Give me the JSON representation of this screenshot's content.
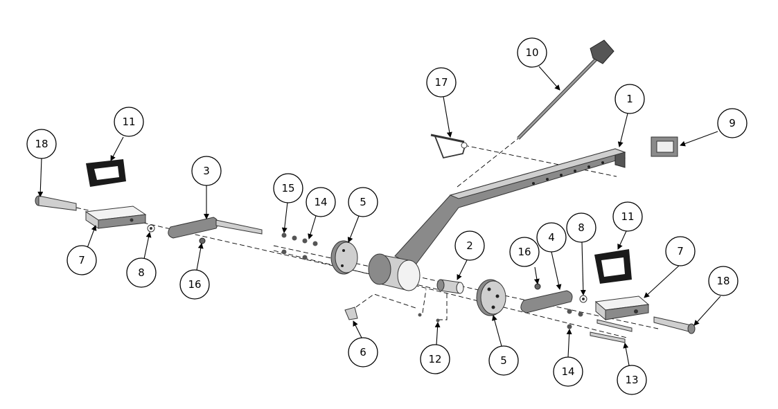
{
  "callouts": [
    {
      "id": "c18a",
      "label": "18"
    },
    {
      "id": "c11a",
      "label": "11"
    },
    {
      "id": "c7a",
      "label": "7"
    },
    {
      "id": "c8a",
      "label": "8"
    },
    {
      "id": "c3",
      "label": "3"
    },
    {
      "id": "c16a",
      "label": "16"
    },
    {
      "id": "c15",
      "label": "15"
    },
    {
      "id": "c14a",
      "label": "14"
    },
    {
      "id": "c5a",
      "label": "5"
    },
    {
      "id": "c6",
      "label": "6"
    },
    {
      "id": "c12",
      "label": "12"
    },
    {
      "id": "c2",
      "label": "2"
    },
    {
      "id": "c5b",
      "label": "5"
    },
    {
      "id": "c17",
      "label": "17"
    },
    {
      "id": "c10",
      "label": "10"
    },
    {
      "id": "c1",
      "label": "1"
    },
    {
      "id": "c9",
      "label": "9"
    },
    {
      "id": "c16b",
      "label": "16"
    },
    {
      "id": "c4",
      "label": "4"
    },
    {
      "id": "c8b",
      "label": "8"
    },
    {
      "id": "c11b",
      "label": "11"
    },
    {
      "id": "c7b",
      "label": "7"
    },
    {
      "id": "c18b",
      "label": "18"
    },
    {
      "id": "c14b",
      "label": "14"
    },
    {
      "id": "c13",
      "label": "13"
    }
  ]
}
